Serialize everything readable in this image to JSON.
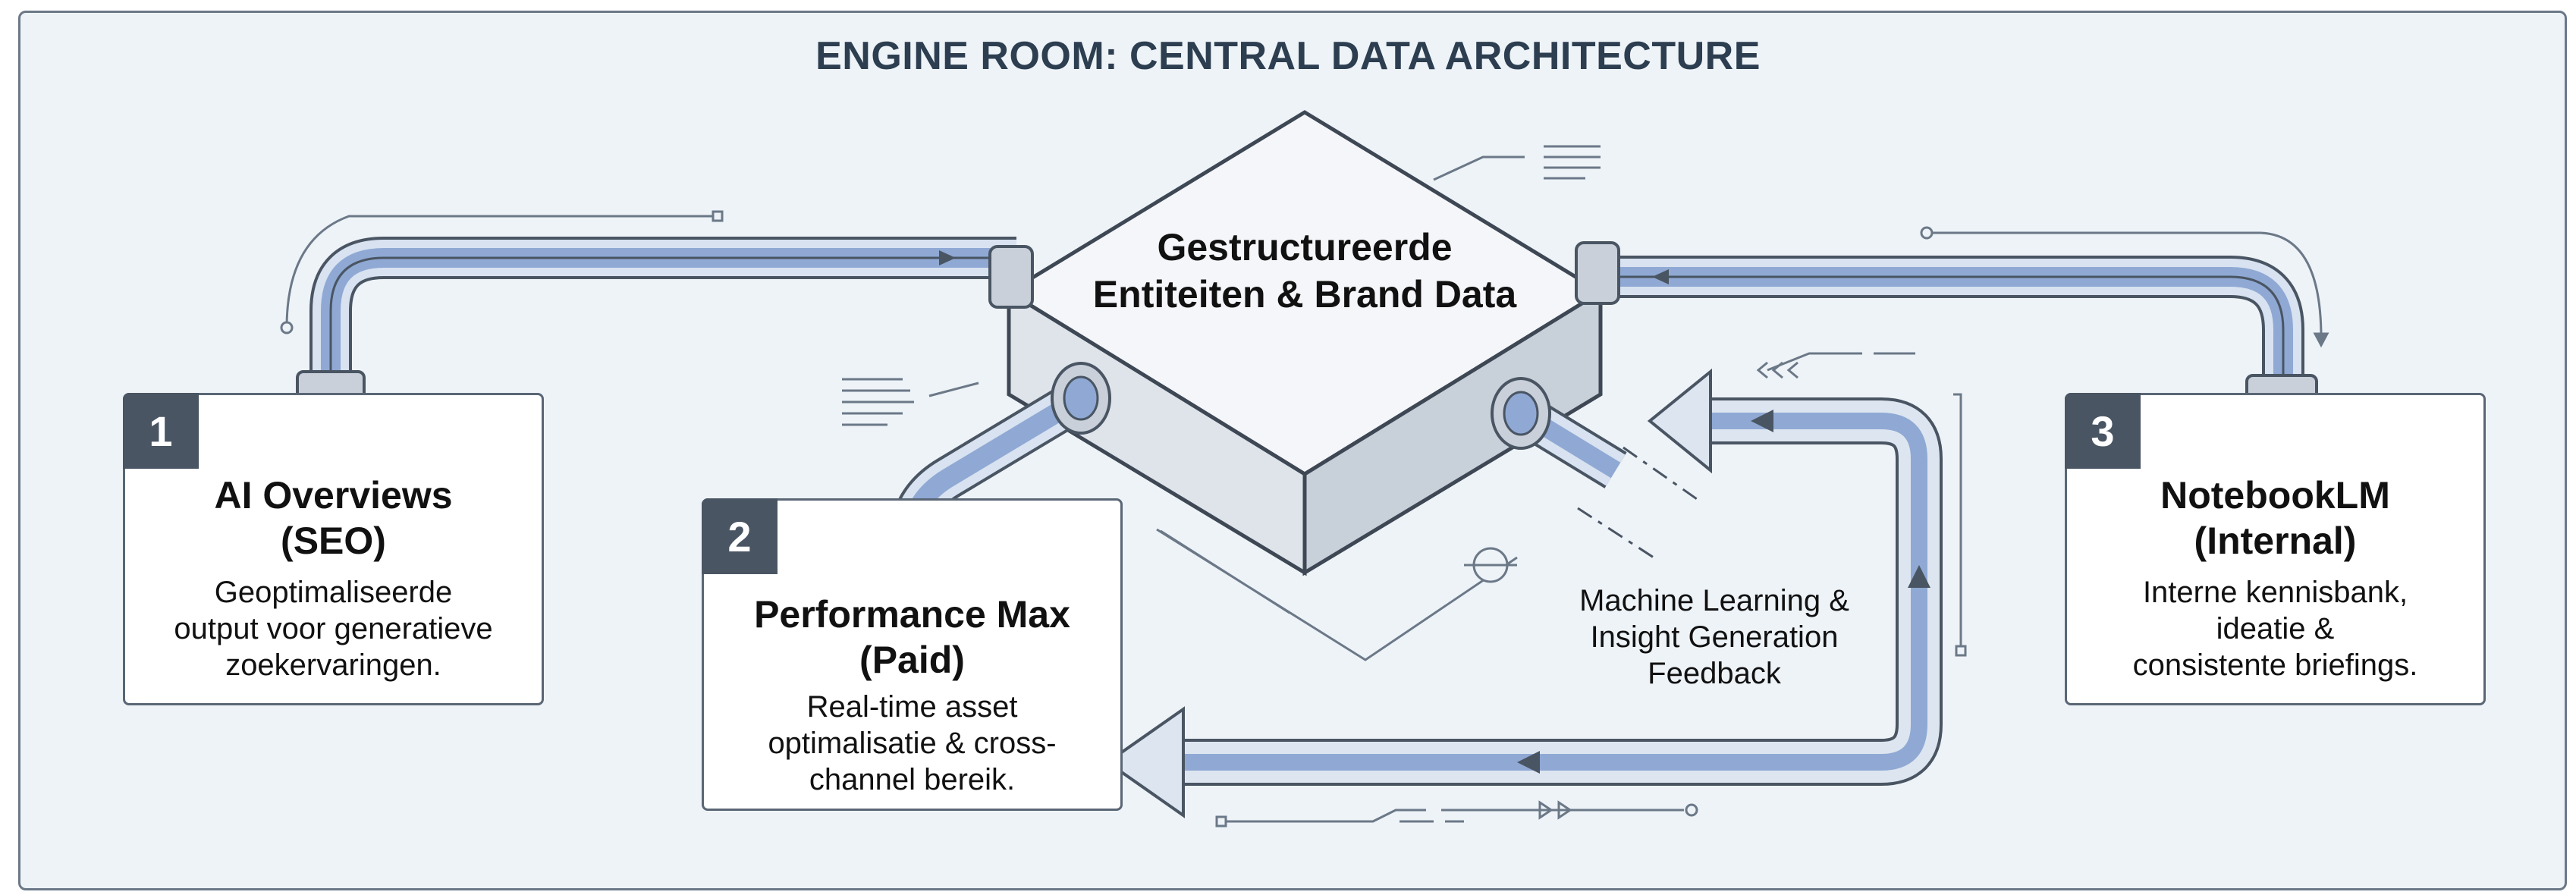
{
  "title": "ENGINE ROOM: CENTRAL DATA ARCHITECTURE",
  "hub": {
    "line1": "Gestructureerde",
    "line2": "Entiteiten & Brand Data"
  },
  "feedback": {
    "line1": "Machine Learning &",
    "line2": "Insight Generation",
    "line3": "Feedback"
  },
  "cards": [
    {
      "number": "1",
      "title_line1": "AI Overviews",
      "title_line2": "(SEO)",
      "desc_line1": "Geoptimaliseerde",
      "desc_line2": "output voor generatieve",
      "desc_line3": "zoekervaringen."
    },
    {
      "number": "2",
      "title_line1": "Performance Max",
      "title_line2": "(Paid)",
      "desc_line1": "Real-time asset",
      "desc_line2": "optimalisatie & cross-",
      "desc_line3": "channel bereik."
    },
    {
      "number": "3",
      "title_line1": "NotebookLM",
      "title_line2": "(Internal)",
      "desc_line1": "Interne kennisbank,",
      "desc_line2": "ideatie &",
      "desc_line3": "consistente briefings."
    }
  ],
  "colors": {
    "pipe_fill": "#8fa9d4",
    "pipe_outline": "#4a5563",
    "box_top": "#f4f6f9",
    "box_side": "#d3d9e1",
    "card_badge": "#4a5563",
    "background": "#eef3f8"
  }
}
